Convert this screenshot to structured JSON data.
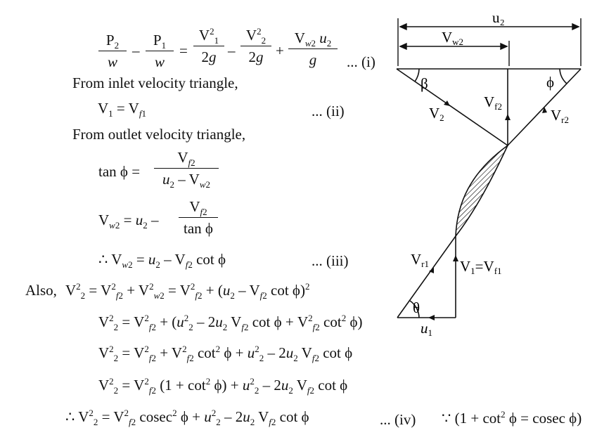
{
  "labels": {
    "inlet": "From inlet velocity triangle,",
    "outlet": "From outlet velocity triangle,",
    "also": "Also,"
  },
  "eq_numbers": {
    "i": "... (i)",
    "ii": "... (ii)",
    "iii": "... (iii)",
    "iv": "... (iv)"
  },
  "diagram": {
    "u2": "u₂",
    "vw2": "V",
    "vw2_sub": "w2",
    "beta": "β",
    "phi": "ϕ",
    "v2": "V",
    "v2_sub": "2",
    "vf2": "V",
    "vf2_sub": "f2",
    "vr2": "V",
    "vr2_sub": "r2",
    "vr1": "V",
    "vr1_sub": "r1",
    "v1": "V",
    "v1_sub": "1",
    "eq": "=V",
    "vf1_sub": "f1",
    "theta": "θ",
    "u1": "u",
    "u1_sub": "1"
  }
}
